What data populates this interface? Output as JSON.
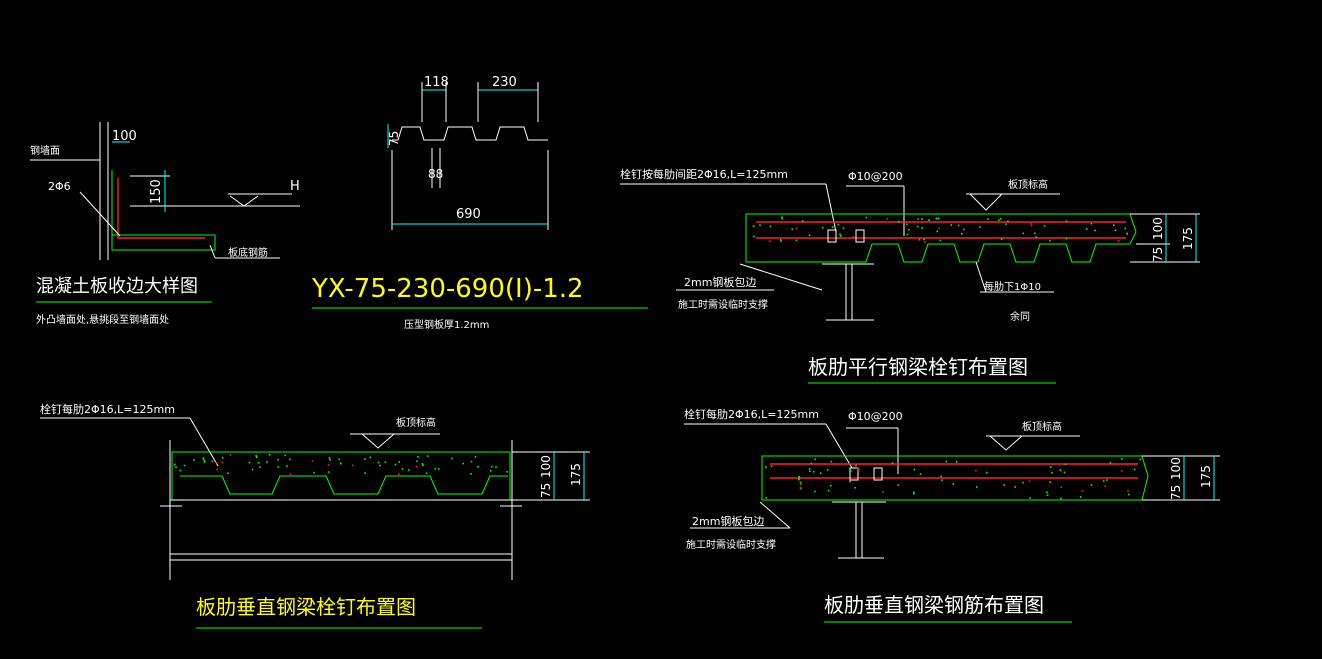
{
  "colors": {
    "background": "#000000",
    "text": "#ffffff",
    "title": "#ffff00",
    "concrete": "#00ff00",
    "rebar": "#ff2020",
    "dimension": "#00ffff"
  },
  "edge_detail": {
    "label_wall": "钢墙面",
    "dim_100": "100",
    "dim_150": "150",
    "label_2phi6": "2Φ6",
    "label_h": "H",
    "label_bottom_rebar": "板底钢筋",
    "title": "混凝土板收边大样图",
    "note": "外凸墙面处,悬挑段至钢墙面处"
  },
  "deck_profile": {
    "dim_118": "118",
    "dim_230": "230",
    "dim_75": "75",
    "dim_88": "88",
    "dim_690": "690",
    "model": "YX-75-230-690(I)-1.2",
    "note": "压型钢板厚1.2mm"
  },
  "parallel": {
    "label_studs": "栓钉按每肋间距2Φ16,L=125mm",
    "label_phi10": "Φ10@200",
    "label_top": "板顶标高",
    "label_plate": "2mm钢板包边",
    "label_support": "施工时需设临时支撑",
    "label_rib": "每肋下1Φ10",
    "label_same": "余同",
    "dim_100": "100",
    "dim_75": "75",
    "dim_175": "175",
    "title": "板肋平行钢梁栓钉布置图"
  },
  "perp_studs": {
    "label_studs": "栓钉每肋2Φ16,L=125mm",
    "label_top": "板顶标高",
    "dim_100": "100",
    "dim_75": "75",
    "dim_175": "175",
    "title": "板肋垂直钢梁栓钉布置图"
  },
  "perp_rebar": {
    "label_studs": "栓钉每肋2Φ16,L=125mm",
    "label_phi10": "Φ10@200",
    "label_top": "板顶标高",
    "label_plate": "2mm钢板包边",
    "label_support": "施工时需设临时支撑",
    "dim_100": "100",
    "dim_75": "75",
    "dim_175": "175",
    "title": "板肋垂直钢梁钢筋布置图"
  }
}
